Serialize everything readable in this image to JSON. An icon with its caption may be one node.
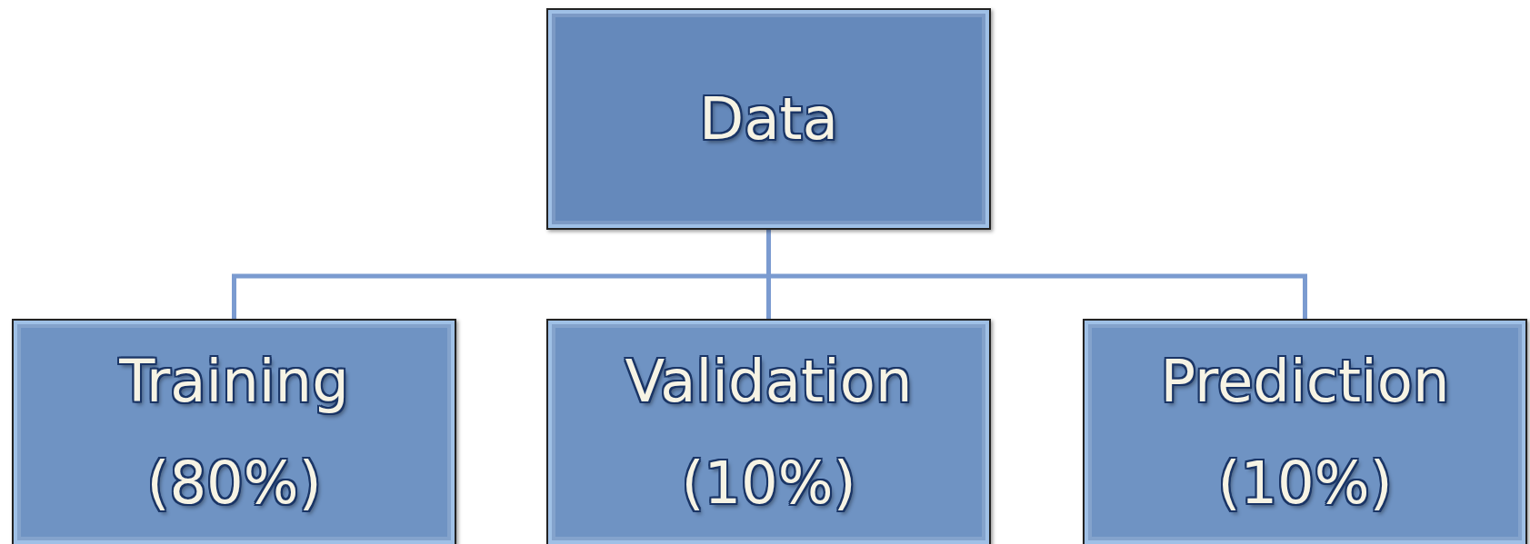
{
  "diagram": {
    "nodes": [
      {
        "text": [
          "Data"
        ]
      },
      {
        "text": [
          "Training (80%)"
        ]
      },
      {
        "text": [
          "Validation (10%)"
        ]
      },
      {
        "text": [
          "Prediction (10%)"
        ]
      }
    ],
    "edges": [
      {
        "from": 0,
        "to": 1,
        "arrow": "none"
      },
      {
        "from": 0,
        "to": 2,
        "arrow": "none"
      },
      {
        "from": 0,
        "to": 3,
        "arrow": "none"
      }
    ]
  }
}
